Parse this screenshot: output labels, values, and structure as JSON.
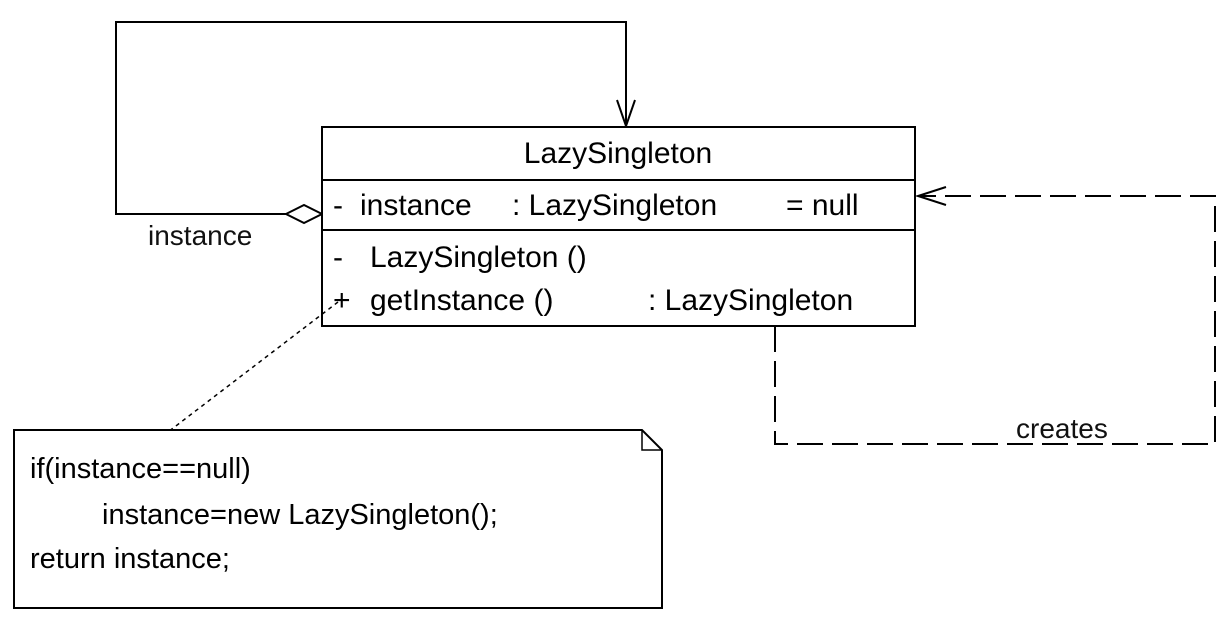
{
  "class": {
    "name": "LazySingleton",
    "attributes": [
      {
        "visibility": "-",
        "name": "instance",
        "type": ": LazySingleton",
        "default": "= null"
      }
    ],
    "operations": [
      {
        "visibility": "-",
        "signature": "LazySingleton ()",
        "returns": ""
      },
      {
        "visibility": "+",
        "signature": "getInstance ()",
        "returns": ": LazySingleton"
      }
    ]
  },
  "relations": {
    "self_aggregation_label": "instance",
    "dependency_label": "creates"
  },
  "note": {
    "lines": [
      "if(instance==null)",
      "instance=new LazySingleton();",
      "return instance;"
    ]
  }
}
